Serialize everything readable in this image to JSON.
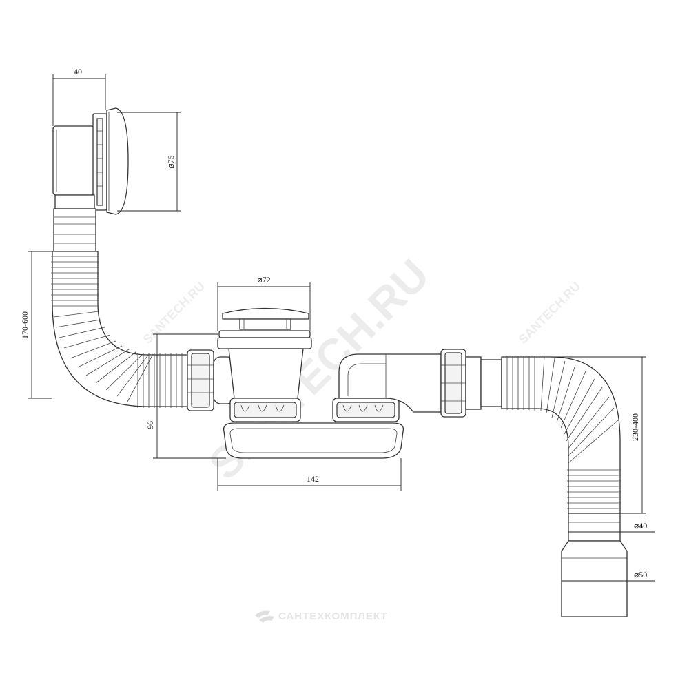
{
  "dimensions": {
    "width_top": "40",
    "overflow_diameter": "⌀75",
    "flex_length_left": "170-600",
    "outlet_diameter": "⌀72",
    "height": "96",
    "length": "142",
    "flex_length_right": "230-400",
    "pipe_diameter_small": "⌀40",
    "pipe_diameter_large": "⌀50"
  },
  "watermark": {
    "main": "SANTECH.RU",
    "small_left": "SANTECH.RU",
    "small_right": "SANTECH.RU"
  },
  "brand": {
    "name": "САНТЕХКОМПЛЕКТ",
    "icon": "santehkomplekt-logo-icon"
  }
}
